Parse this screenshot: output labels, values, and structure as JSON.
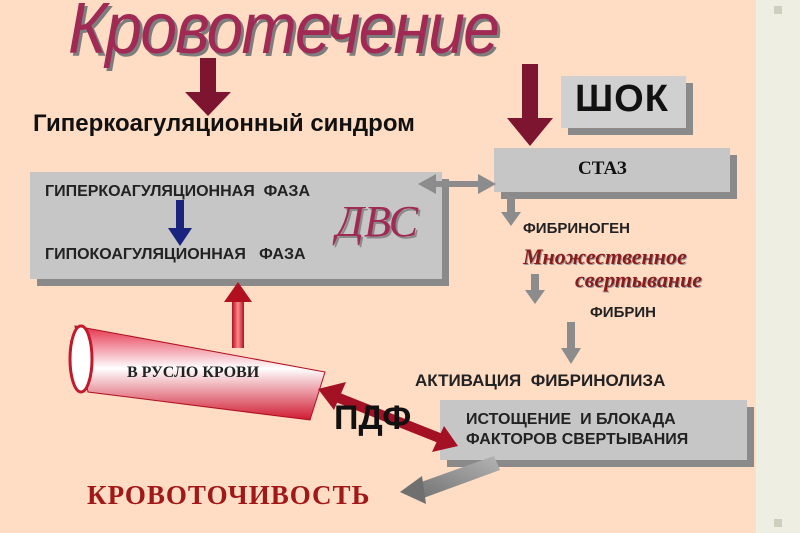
{
  "title": "Кровотечение",
  "labels": {
    "hypercoag_syndrome": "Гиперкоагуляционный синдром",
    "shock": "ШОК",
    "stasis": "СТАЗ",
    "hypercoag_phase": "ГИПЕРКОАГУЛЯЦИОННАЯ  ФАЗА",
    "hypocoag_phase": "ГИПОКОАГУЛЯЦИОННАЯ   ФАЗА",
    "dic": "ДВС",
    "fibrinogen": "ФИБРИНОГЕН",
    "multiple_clotting_line1": "Множественное",
    "multiple_clotting_line2": "свертывание",
    "fibrin": "ФИБРИН",
    "fibrinolysis_activation": "АКТИВАЦИЯ  ФИБРИНОЛИЗА",
    "depletion_line1": "ИСТОЩЕНИЕ  И БЛОКАДА",
    "depletion_line2": "ФАКТОРОВ СВЕРТЫВАНИЯ",
    "fdp": "ПДФ",
    "into_bloodstream": "В РУСЛО КРОВИ",
    "bleeding_tendency": "КРОВОТОЧИВОСТЬ"
  },
  "colors": {
    "background": "#ffdcc4",
    "box_fill": "#c6c6c6",
    "box_shadow": "#8a8a8a",
    "accent_red": "#a12a55",
    "dark_red_arrow": "#7e1530",
    "gray_arrow": "#8c8c8c",
    "navy_arrow": "#1a237e"
  }
}
